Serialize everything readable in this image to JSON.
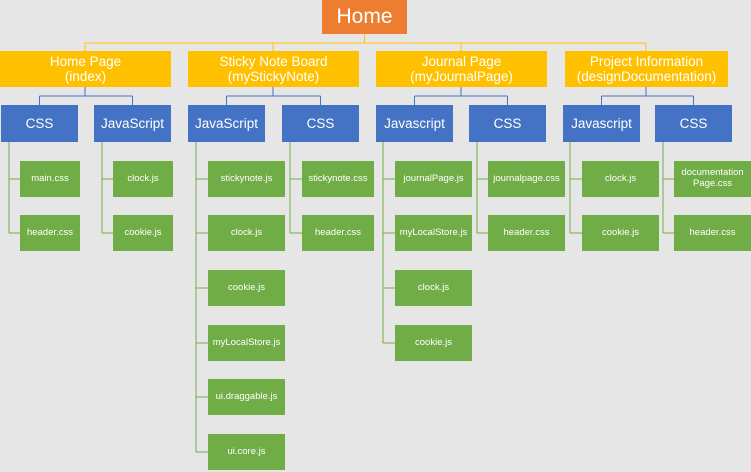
{
  "root": {
    "label": "Home"
  },
  "sections": [
    {
      "label": "Home Page\n(index)",
      "groups": [
        {
          "label": "CSS",
          "files": [
            "main.css",
            "header.css"
          ]
        },
        {
          "label": "JavaScript",
          "files": [
            "clock.js",
            "cookie.js"
          ]
        }
      ]
    },
    {
      "label": "Sticky Note Board\n(myStickyNote)",
      "groups": [
        {
          "label": "JavaScript",
          "files": [
            "stickynote.js",
            "clock.js",
            "cookie.js",
            "myLocalStore.js",
            "ui.draggable.js",
            "ui.core.js"
          ]
        },
        {
          "label": "CSS",
          "files": [
            "stickynote.css",
            "header.css"
          ]
        }
      ]
    },
    {
      "label": "Journal Page\n(myJournalPage)",
      "groups": [
        {
          "label": "Javascript",
          "files": [
            "journalPage.js",
            "myLocalStore.js",
            "clock.js",
            "cookie.js"
          ]
        },
        {
          "label": "CSS",
          "files": [
            "journalpage.css",
            "header.css"
          ]
        }
      ]
    },
    {
      "label": "Project Information\n(designDocumentation)",
      "groups": [
        {
          "label": "Javascript",
          "files": [
            "clock.js",
            "cookie.js"
          ]
        },
        {
          "label": "CSS",
          "files": [
            "documentation\nPage.css",
            "header.css"
          ]
        }
      ]
    }
  ],
  "colors": {
    "root": "#ed7d31",
    "section": "#ffc000",
    "group": "#4472c4",
    "file": "#70ad47",
    "section_connector": "#ffc000",
    "group_connector": "#4472c4",
    "file_connector": "#70ad47"
  }
}
